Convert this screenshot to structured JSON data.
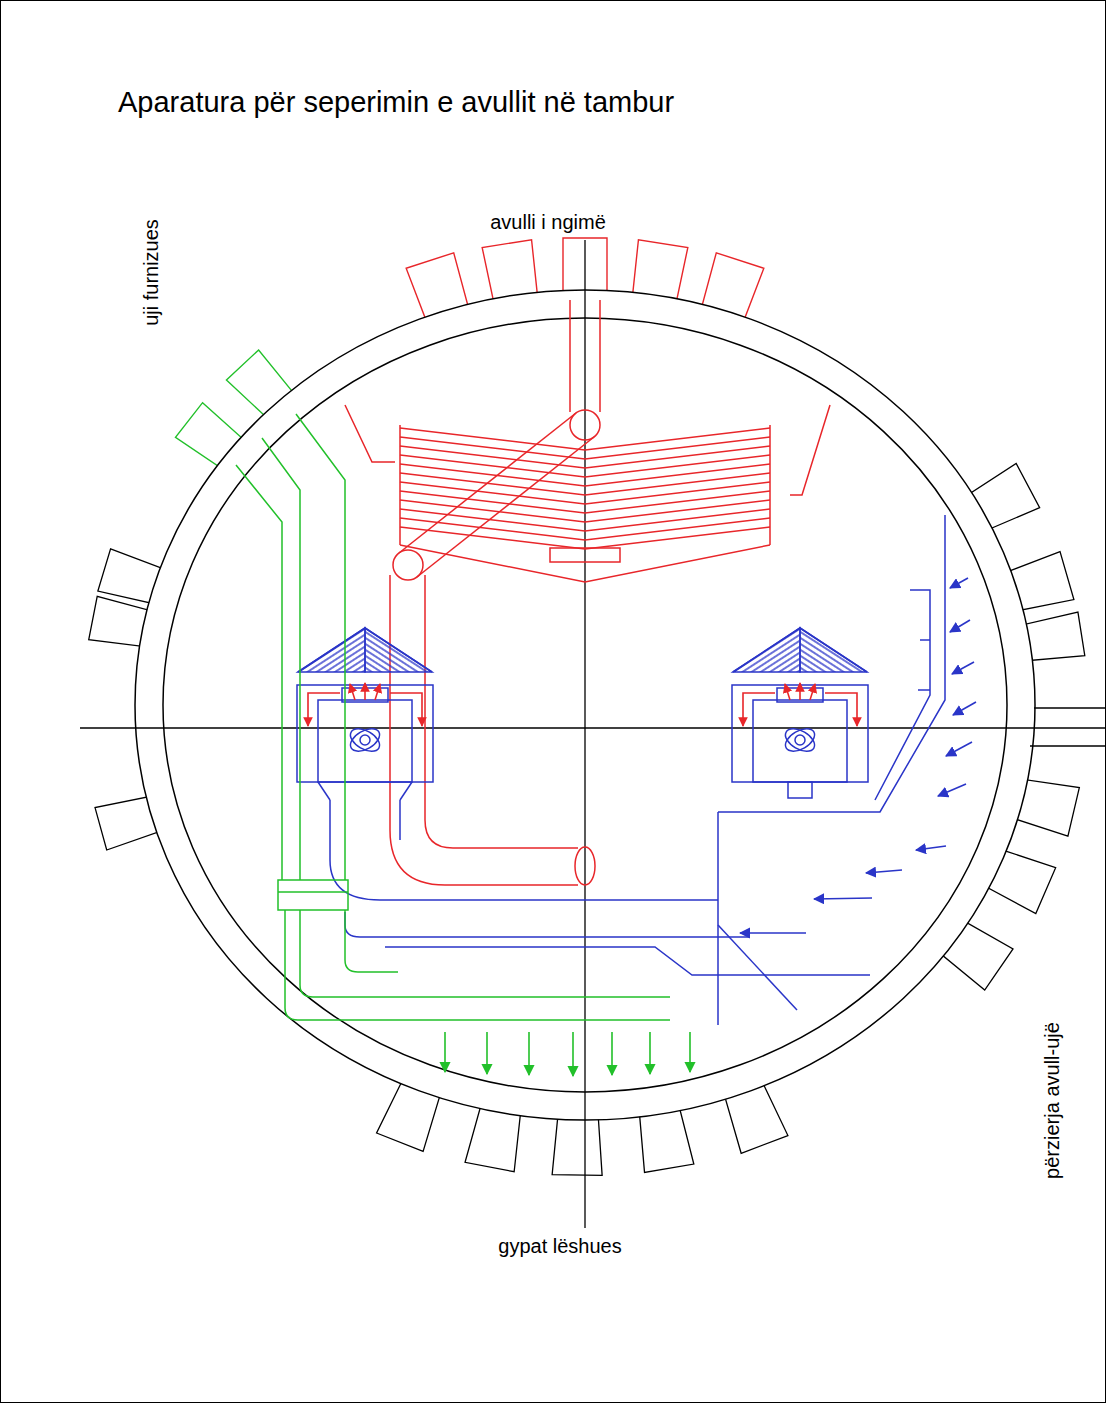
{
  "diagram": {
    "title": "Aparatura për seperimin e avullit në tambur",
    "labels": [
      "avulli i ngimë",
      "uji furnizues",
      "përzierja avull-ujë",
      "gypat lëshues"
    ]
  }
}
